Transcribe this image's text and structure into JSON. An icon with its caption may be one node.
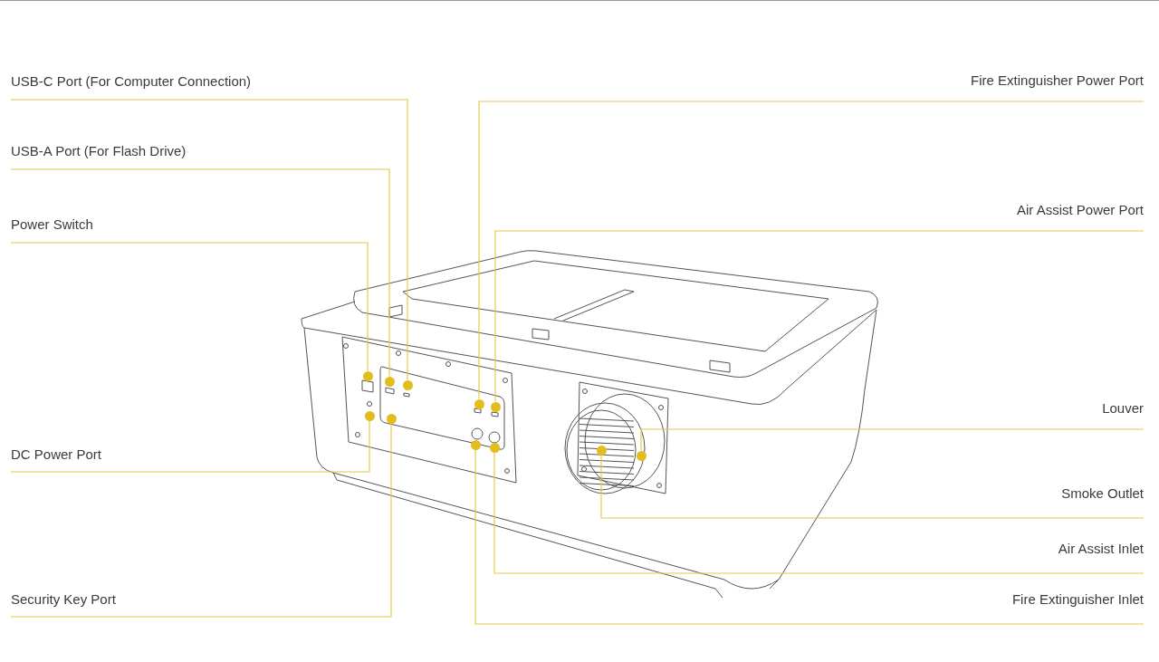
{
  "diagram": {
    "nodes": [
      {
        "text": [
          "USB-C Port (For Computer Connection)"
        ]
      },
      {
        "text": [
          "Fire Extinguisher Power Port"
        ]
      },
      {
        "text": [
          "USB-A Port (For Flash Drive)"
        ]
      },
      {
        "text": [
          "Air Assist Power Port"
        ]
      },
      {
        "text": [
          "Power Switch"
        ]
      },
      {
        "text": [
          "Louver"
        ]
      },
      {
        "text": [
          "DC Power Port"
        ]
      },
      {
        "text": [
          "Smoke Outlet"
        ]
      },
      {
        "text": [
          "Air Assist Inlet"
        ]
      },
      {
        "text": [
          "Security Key Port"
        ]
      },
      {
        "text": [
          "Fire Extinguisher Inlet"
        ]
      },
      {
        "text": [],
        "shape": "circle"
      },
      {
        "text": [],
        "shape": "circle"
      },
      {
        "text": [],
        "shape": "circle"
      },
      {
        "text": [],
        "shape": "circle"
      },
      {
        "text": [],
        "shape": "circle"
      },
      {
        "text": [],
        "shape": "circle"
      },
      {
        "text": [],
        "shape": "circle"
      },
      {
        "text": [],
        "shape": "circle"
      },
      {
        "text": [],
        "shape": "circle"
      },
      {
        "text": [],
        "shape": "circle"
      },
      {
        "text": [],
        "shape": "circle"
      }
    ],
    "edges": [
      {
        "from": 0,
        "to": 15,
        "arrow": "none"
      },
      {
        "from": 1,
        "to": 17,
        "arrow": "none"
      },
      {
        "from": 2,
        "to": 13,
        "arrow": "none"
      },
      {
        "from": 3,
        "to": 19,
        "arrow": "none"
      },
      {
        "from": 4,
        "to": 11,
        "arrow": "none"
      },
      {
        "from": 5,
        "to": 21,
        "arrow": "none"
      },
      {
        "from": 6,
        "to": 12,
        "arrow": "none"
      },
      {
        "from": 7,
        "to": 20,
        "arrow": "none"
      },
      {
        "from": 8,
        "to": 18,
        "arrow": "none"
      },
      {
        "from": 9,
        "to": 14,
        "arrow": "none"
      },
      {
        "from": 10,
        "to": 16,
        "arrow": "none"
      }
    ]
  }
}
